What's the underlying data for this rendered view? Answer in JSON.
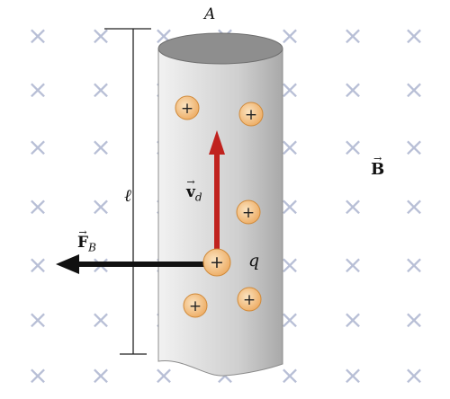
{
  "labels": {
    "area": "A",
    "length": "ℓ",
    "field": "B",
    "drift_velocity": "v",
    "drift_velocity_sub": "d",
    "force": "F",
    "force_sub": "B",
    "charge": "q"
  },
  "symbols": {
    "field_into_page": "×",
    "positive_charge": "+"
  },
  "colors": {
    "cylinder_body": "#d5d5d5",
    "cylinder_top": "#8e8e8e",
    "field_marks": "#b8bfd6",
    "charge_fill": "#f3c48a",
    "drift_arrow": "#c0221e",
    "force_arrow": "#111111"
  },
  "field_marks": {
    "rows": 7,
    "columns": 7
  },
  "charges": [
    {
      "id": "charge-1",
      "highlighted": false
    },
    {
      "id": "charge-2",
      "highlighted": false
    },
    {
      "id": "charge-3",
      "highlighted": false
    },
    {
      "id": "charge-4",
      "highlighted": true
    },
    {
      "id": "charge-5",
      "highlighted": false
    },
    {
      "id": "charge-6",
      "highlighted": false
    }
  ]
}
